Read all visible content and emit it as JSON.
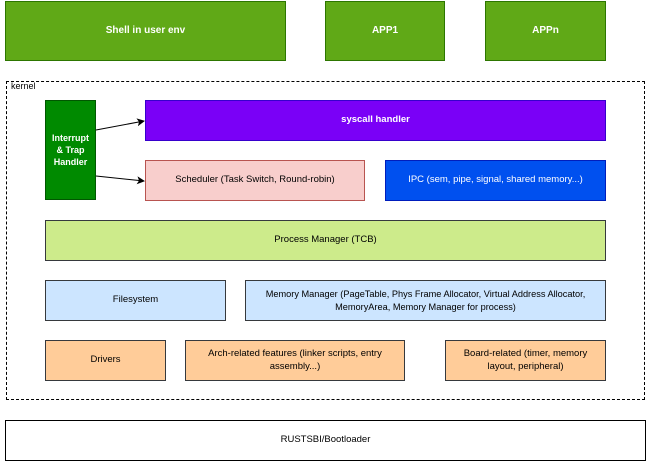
{
  "apps": {
    "shell": "Shell in user env",
    "app1": "APP1",
    "appn": "APPn"
  },
  "kernel": {
    "label": "kernel",
    "trap_handler": [
      "Interrupt",
      "& Trap",
      "Handler"
    ],
    "syscall_handler": "syscall handler",
    "scheduler": "Scheduler (Task Switch, Round-robin)",
    "ipc": "IPC (sem, pipe, signal, shared memory...)",
    "process_manager": "Process Manager (TCB)",
    "filesystem": "Filesystem",
    "memory_manager": [
      "Memory Manager (PageTable, Phys Frame Allocator, Virtual Address Allocator,",
      "MemoryArea, Memory Manager for process)"
    ],
    "drivers": "Drivers",
    "arch": [
      "Arch-related features (linker scripts, entry",
      "assembly...)"
    ],
    "board": [
      "Board-related (timer, memory",
      "layout, peripheral)"
    ]
  },
  "bootloader": "RUSTSBI/Bootloader",
  "colors": {
    "app_green": "#60a917",
    "trap_green": "#008a00",
    "syscall_purple": "#7a00f7",
    "scheduler_pink": "#f8cecc",
    "ipc_blue": "#0050ef",
    "process_green": "#cdeb8b",
    "memory_blue": "#cce5ff",
    "hardware_orange": "#ffcc99"
  }
}
